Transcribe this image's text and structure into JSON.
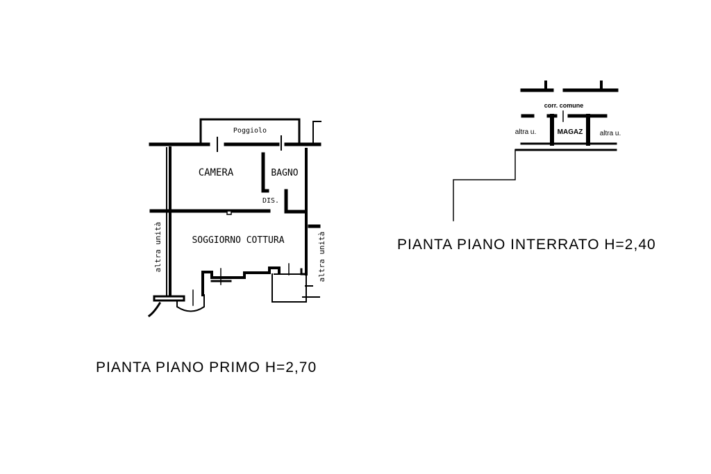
{
  "plan_primo": {
    "title": "PIANTA PIANO PRIMO H=2,70",
    "rooms": {
      "poggiolo": "Poggiolo",
      "camera": "CAMERA",
      "bagno": "BAGNO",
      "dis": "DIS.",
      "soggiorno": "SOGGIORNO COTTURA"
    },
    "neighbor_left": "altra unità",
    "neighbor_right": "altra unità"
  },
  "plan_interrato": {
    "title": "PIANTA PIANO INTERRATO H=2,40",
    "corridor": "corr. comune",
    "magazzino": "MAGAZ",
    "neighbor_left": "altra u.",
    "neighbor_right": "altra u."
  }
}
